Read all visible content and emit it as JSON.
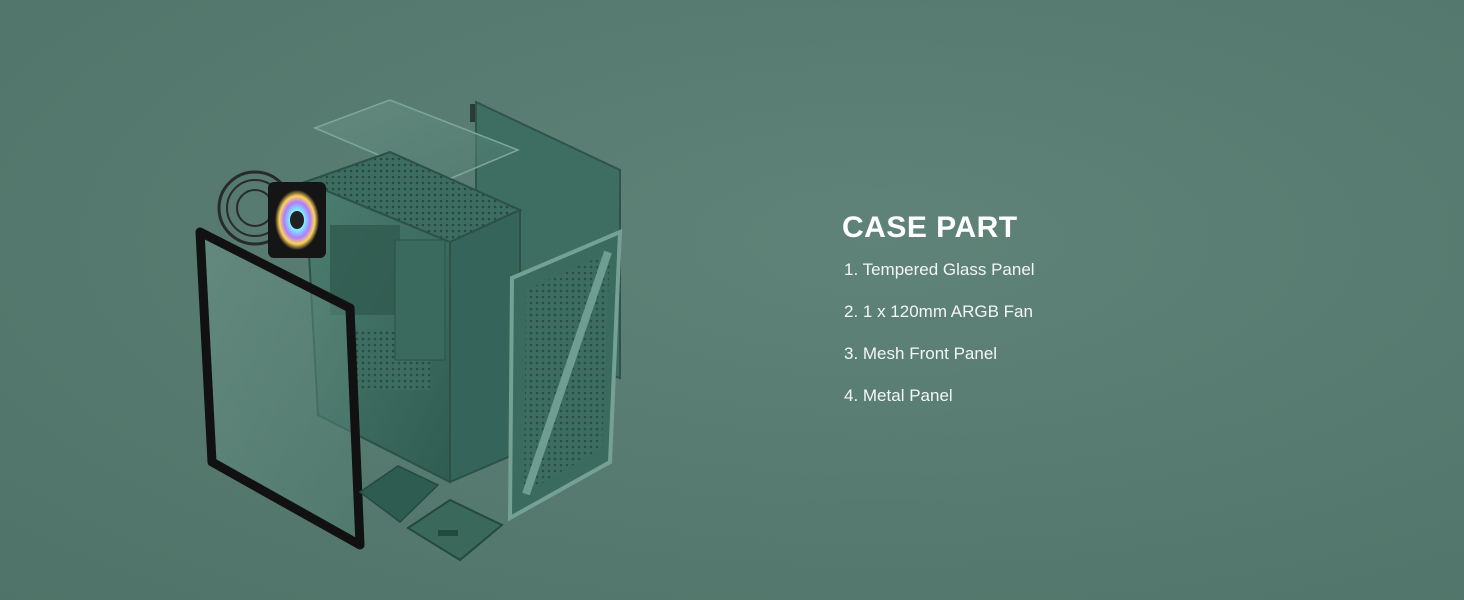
{
  "heading": "CASE PART",
  "parts": [
    "1. Tempered Glass Panel",
    "2. 1 x 120mm ARGB Fan",
    "3. Mesh Front Panel",
    "4. Metal Panel"
  ],
  "colors": {
    "background": "#567a6f",
    "case_body": "#3f6f62",
    "text": "#ffffff"
  }
}
